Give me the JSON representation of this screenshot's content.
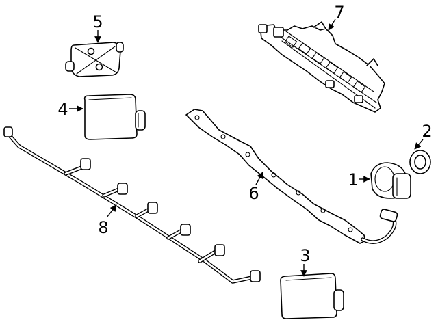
{
  "diagram": {
    "callouts": [
      {
        "id": "1",
        "label": "1"
      },
      {
        "id": "2",
        "label": "2"
      },
      {
        "id": "3",
        "label": "3"
      },
      {
        "id": "4",
        "label": "4"
      },
      {
        "id": "5",
        "label": "5"
      },
      {
        "id": "6",
        "label": "6"
      },
      {
        "id": "7",
        "label": "7"
      },
      {
        "id": "8",
        "label": "8"
      }
    ]
  },
  "colors": {
    "line": "#000000",
    "background": "#ffffff"
  }
}
